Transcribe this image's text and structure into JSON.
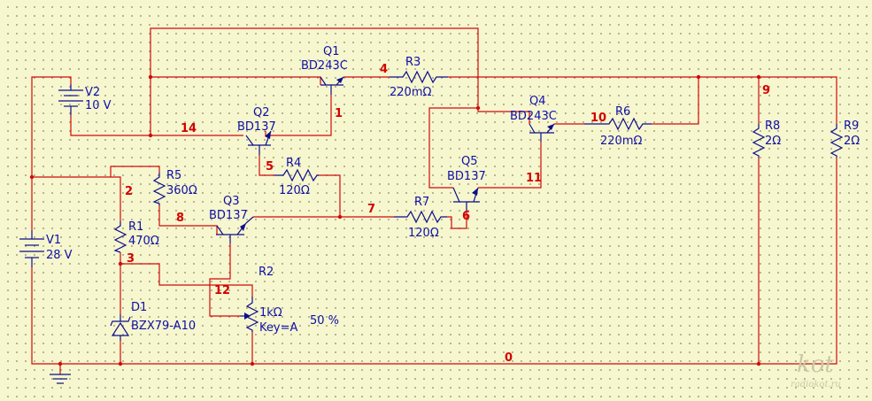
{
  "components": {
    "V2": {
      "ref": "V2",
      "value": "10 V"
    },
    "V1": {
      "ref": "V1",
      "value": "28 V"
    },
    "Q1": {
      "ref": "Q1",
      "model": "BD243C"
    },
    "Q2": {
      "ref": "Q2",
      "model": "BD137"
    },
    "Q3": {
      "ref": "Q3",
      "model": "BD137"
    },
    "Q4": {
      "ref": "Q4",
      "model": "BD243C"
    },
    "Q5": {
      "ref": "Q5",
      "model": "BD137"
    },
    "R1": {
      "ref": "R1",
      "value": "470Ω"
    },
    "R2": {
      "ref": "R2",
      "value": "1kΩ",
      "key": "Key=A",
      "setting": "50 %"
    },
    "R3": {
      "ref": "R3",
      "value": "220mΩ"
    },
    "R4": {
      "ref": "R4",
      "value": "120Ω"
    },
    "R5": {
      "ref": "R5",
      "value": "360Ω"
    },
    "R6": {
      "ref": "R6",
      "value": "220mΩ"
    },
    "R7": {
      "ref": "R7",
      "value": "120Ω"
    },
    "R8": {
      "ref": "R8",
      "value": "2Ω"
    },
    "R9": {
      "ref": "R9",
      "value": "2Ω"
    },
    "D1": {
      "ref": "D1",
      "model": "BZX79-A10"
    }
  },
  "nets": [
    "0",
    "1",
    "2",
    "3",
    "4",
    "5",
    "6",
    "7",
    "8",
    "9",
    "10",
    "11",
    "12",
    "14"
  ],
  "watermark": {
    "logo": "kot",
    "site": "radiokot.ru"
  }
}
